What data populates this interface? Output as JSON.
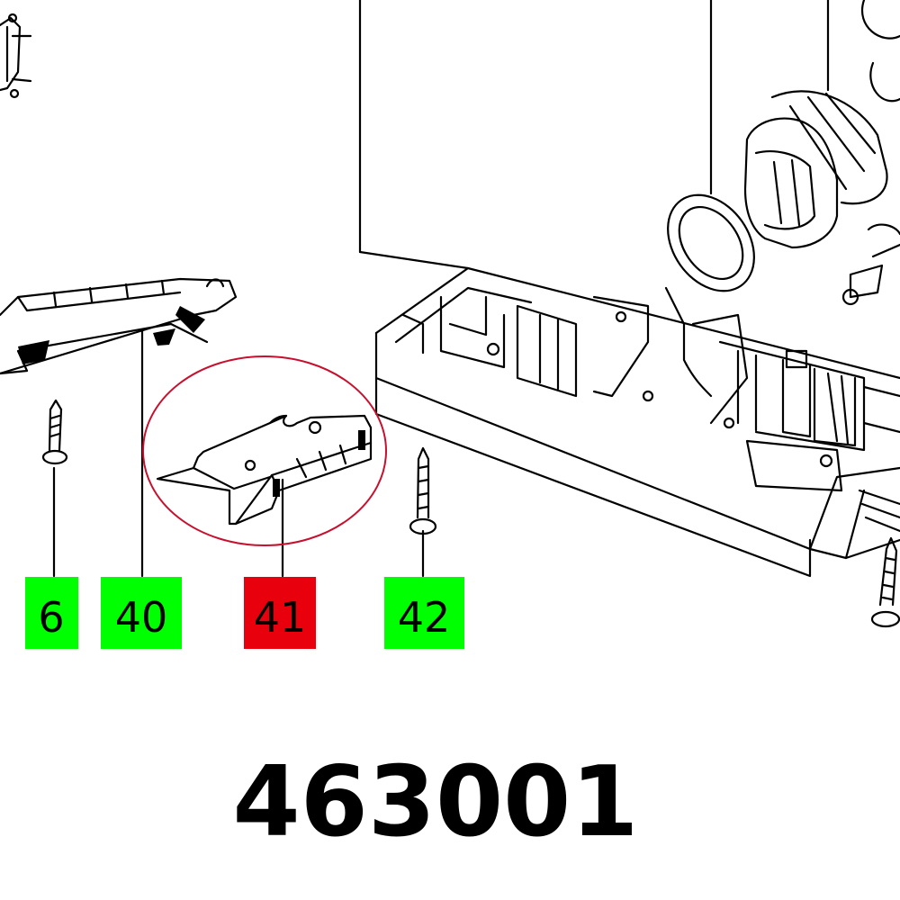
{
  "diagram": {
    "part_number": "463001",
    "colors": {
      "callout_green": "#00ff00",
      "callout_red": "#e8000d",
      "highlight_ring": "#c8102e",
      "line": "#000000"
    },
    "callouts": [
      {
        "id": "6",
        "label": "6",
        "status": "normal",
        "color": "#00ff00"
      },
      {
        "id": "40",
        "label": "40",
        "status": "normal",
        "color": "#00ff00"
      },
      {
        "id": "41",
        "label": "41",
        "status": "selected",
        "color": "#e8000d"
      },
      {
        "id": "42",
        "label": "42",
        "status": "normal",
        "color": "#00ff00"
      }
    ]
  }
}
